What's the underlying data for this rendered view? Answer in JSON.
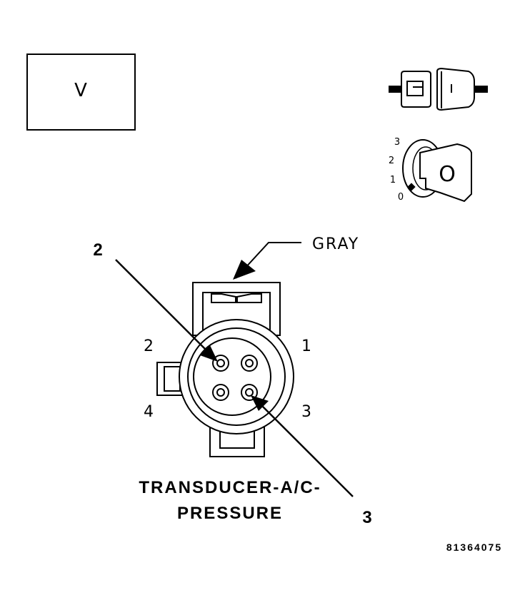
{
  "mode_box": {
    "label": "V"
  },
  "ignition_switch": {
    "positions": [
      "3",
      "2",
      "1",
      "0"
    ],
    "key_label": "O"
  },
  "wire_color": "GRAY",
  "callouts": {
    "left": "2",
    "right": "3"
  },
  "pin_numbers": {
    "top_left": "2",
    "top_right": "1",
    "bottom_left": "4",
    "bottom_right": "3"
  },
  "title": {
    "line1": "TRANSDUCER-A/C-",
    "line2": "PRESSURE"
  },
  "figure_id": "81364075"
}
